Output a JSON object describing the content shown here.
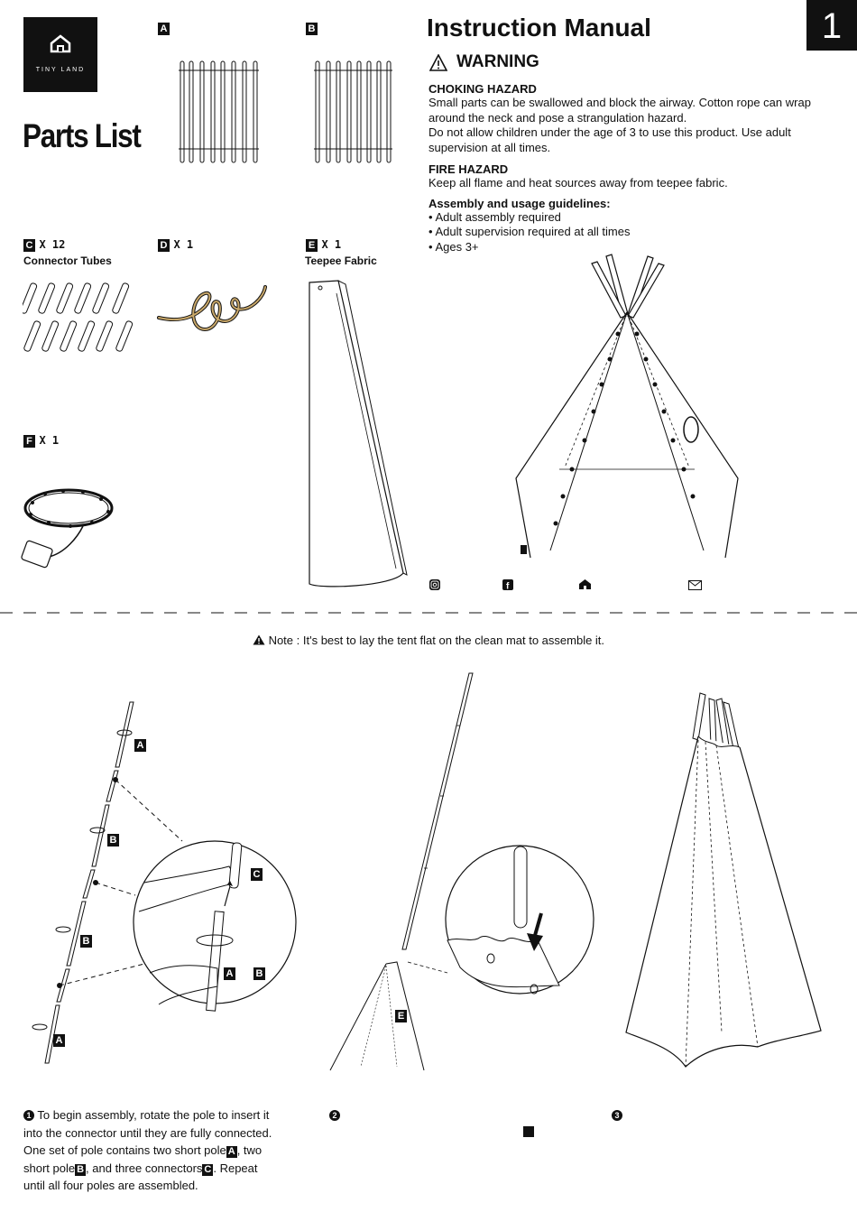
{
  "brand": {
    "name": "TINY LAND"
  },
  "page": {
    "title_left": "Parts List",
    "title_right": "Instruction Manual",
    "number": "1"
  },
  "parts": {
    "a": {
      "letter": "A"
    },
    "b": {
      "letter": "B"
    },
    "c": {
      "letter": "C",
      "qty": "X 12",
      "name": "Connector Tubes"
    },
    "d": {
      "letter": "D",
      "qty": "X 1"
    },
    "e": {
      "letter": "E",
      "qty": "X 1",
      "name": "Teepee Fabric"
    },
    "f": {
      "letter": "F",
      "qty": "X 1"
    }
  },
  "warning": {
    "title": "WARNING",
    "choking_title": "CHOKING HAZARD",
    "choking_body_1": "Small parts can be swallowed and block the airway. Cotton rope can wrap",
    "choking_body_2": "around the neck and pose a strangulation hazard.",
    "choking_body_3": "Do not allow children under the age of 3 to use this product. Use adult",
    "choking_body_4": "supervision at all times.",
    "fire_title": "FIRE HAZARD",
    "fire_body": "Keep all flame and heat sources away from teepee fabric.",
    "guidelines_title": "Assembly and usage guidelines:",
    "guidelines": [
      "• Adult assembly required",
      "• Adult supervision required at all times",
      "• Ages 3+"
    ]
  },
  "social_icons": [
    "instagram-icon",
    "facebook-icon",
    "home-icon",
    "mail-icon"
  ],
  "note": {
    "label": "Note :",
    "text": "It's best to lay the tent flat on the clean mat to assemble it."
  },
  "diagram_labels": {
    "step1": [
      "A",
      "B",
      "B",
      "A"
    ],
    "zoom1": [
      "C",
      "A",
      "B"
    ],
    "step2": [
      "E"
    ]
  },
  "steps": {
    "s1": {
      "num": "1",
      "line1": "To begin assembly, rotate the pole to insert it",
      "line2": "into the connector until they are fully connected.",
      "line3a": "One set of pole contains two short pole",
      "badgeA": "A",
      "line3b": ", two",
      "line4a": "short  pole",
      "badgeB": "B",
      "line4b": ", and three connectors",
      "badgeC": "C",
      "line4c": ". Repeat",
      "line5": "until all four poles are assembled."
    },
    "s2": {
      "num": "2"
    },
    "s3": {
      "num": "3"
    }
  }
}
